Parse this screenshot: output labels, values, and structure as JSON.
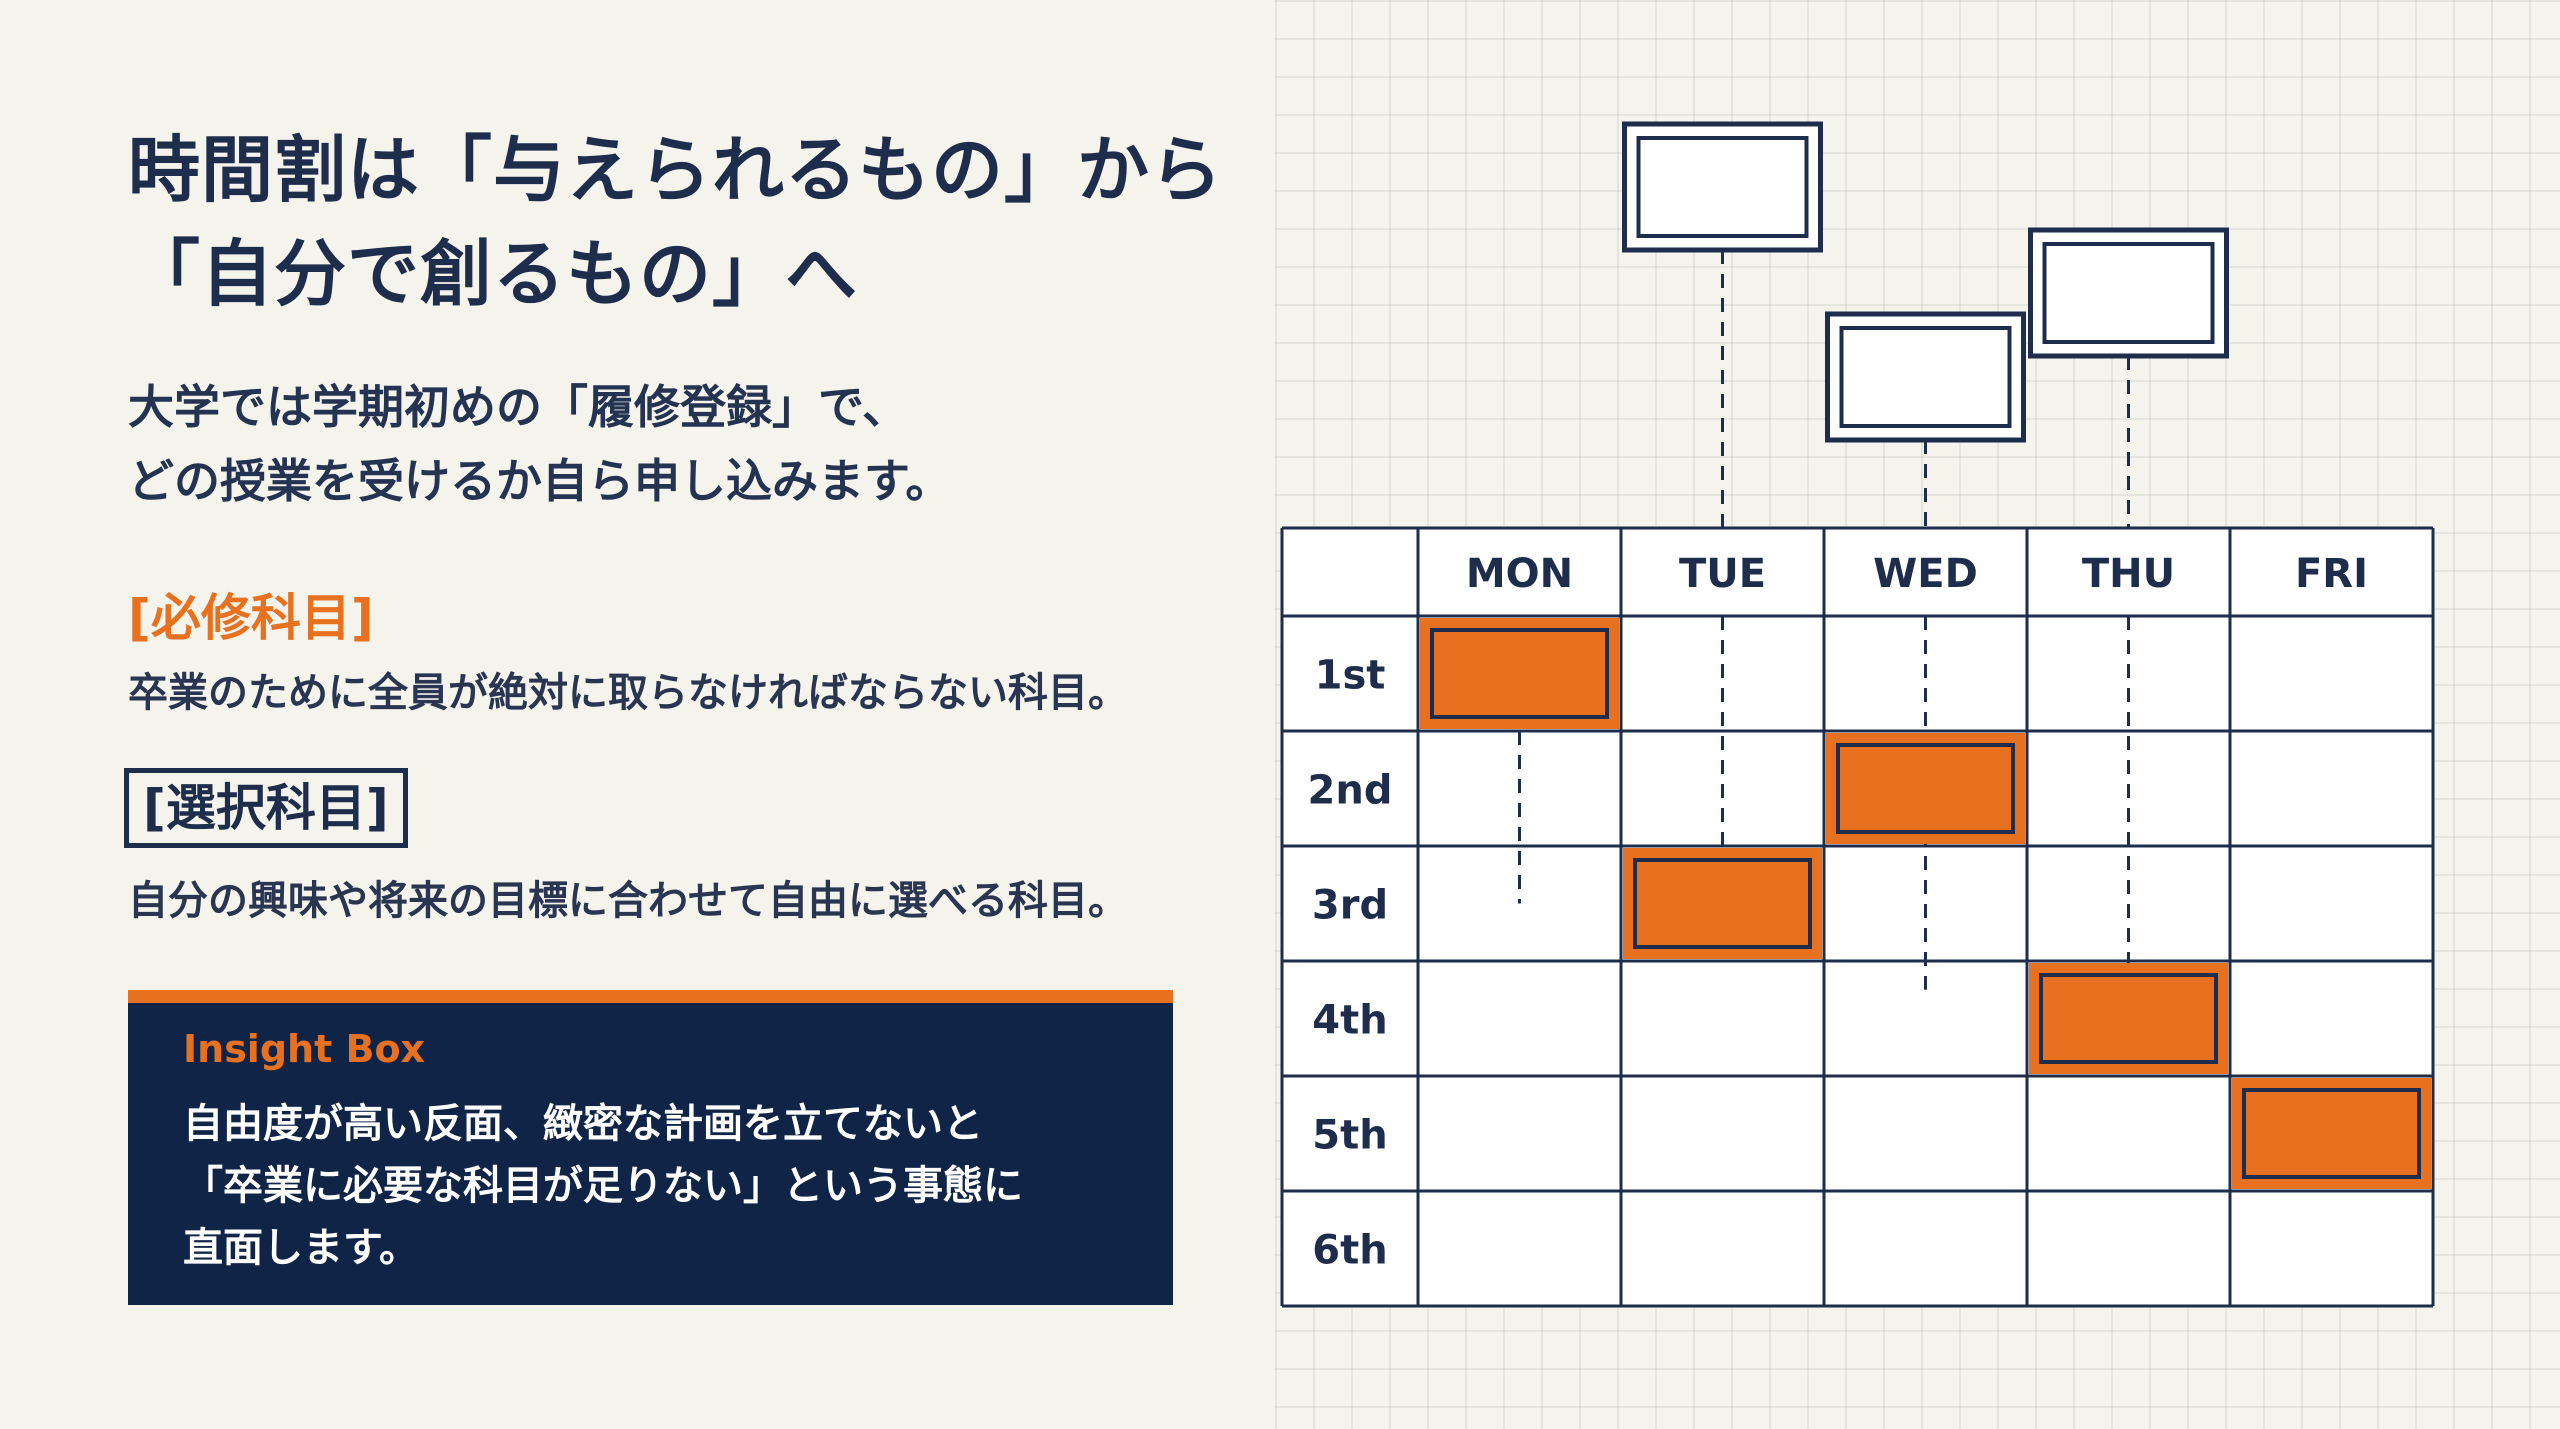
{
  "title_lines": [
    "時間割は「与えられるもの」から",
    "「自分で創るもの」へ"
  ],
  "intro_lines": [
    "大学では学期初めの「履修登録」で、",
    "どの授業を受けるか自ら申し込みます。"
  ],
  "required": {
    "term": "[必修科目]",
    "description": "卒業のために全員が絶対に取らなければならない科目。"
  },
  "elective": {
    "term": "[選択科目]",
    "description": "自分の興味や将来の目標に合わせて自由に選べる科目。"
  },
  "insight": {
    "title": "Insight Box",
    "lines": [
      "自由度が高い反面、緻密な計画を立てないと",
      "「卒業に必要な科目が足りない」という事態に",
      "直面します。"
    ]
  },
  "timetable": {
    "days": [
      "MON",
      "TUE",
      "WED",
      "THU",
      "FRI"
    ],
    "periods": [
      "1st",
      "2nd",
      "3rd",
      "4th",
      "5th",
      "6th"
    ],
    "filled_slots": [
      {
        "day": "MON",
        "period": "1st"
      },
      {
        "day": "WED",
        "period": "2nd"
      },
      {
        "day": "TUE",
        "period": "3rd"
      },
      {
        "day": "THU",
        "period": "4th"
      },
      {
        "day": "FRI",
        "period": "5th"
      }
    ],
    "empty_cards": [
      {
        "day": "TUE",
        "connector_to": "3rd"
      },
      {
        "day": "WED",
        "connector_to": "4th"
      },
      {
        "day": "THU",
        "connector_to": "4th"
      }
    ],
    "mon_connector": {
      "from": "1st",
      "to": "3rd"
    }
  },
  "colors": {
    "navy": "#1f2d4d",
    "dark_navy": "#0f2447",
    "orange": "#e8711f",
    "background": "#f4f3ec"
  }
}
